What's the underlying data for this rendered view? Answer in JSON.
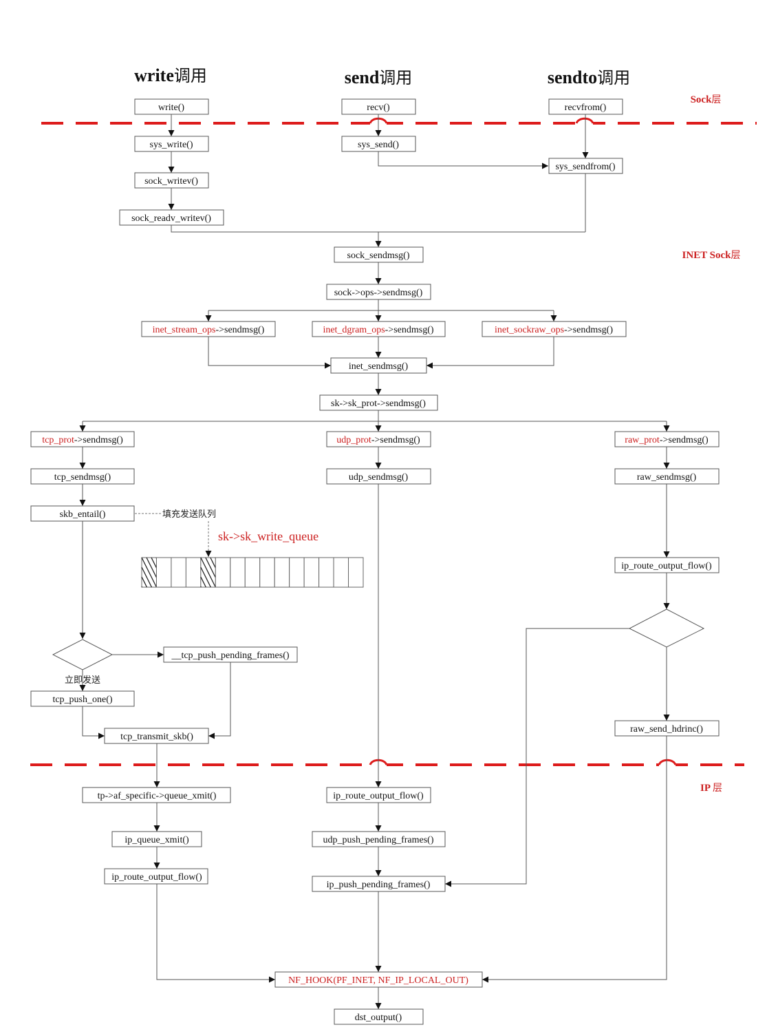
{
  "headers": [
    {
      "id": "write",
      "main": "write",
      "cjk": "调用"
    },
    {
      "id": "send",
      "main": "send",
      "cjk": "调用"
    },
    {
      "id": "sendto",
      "main": "sendto",
      "cjk": "调用"
    }
  ],
  "layers": {
    "sock": {
      "main": "Sock",
      "cjk": "层"
    },
    "inet": {
      "main": "INET Sock",
      "cjk": "层"
    },
    "ip": {
      "main": "IP ",
      "cjk": "层"
    }
  },
  "nodes": {
    "write": "write()",
    "recv": "recv()",
    "recvfrom": "recvfrom()",
    "sys_write": "sys_write()",
    "sys_send": "sys_send()",
    "sys_sendfrom": "sys_sendfrom()",
    "sock_writev": "sock_writev()",
    "sock_readv_writev": "sock_readv_writev()",
    "sock_sendmsg": "sock_sendmsg()",
    "sock_ops_sendmsg": "sock->ops->sendmsg()",
    "inet_stream": {
      "red": "inet_stream_ops",
      "black": "->sendmsg()"
    },
    "inet_dgram": {
      "red": "inet_dgram_ops",
      "black": "->sendmsg()"
    },
    "inet_sockraw": {
      "red": "inet_sockraw_ops",
      "black": "->sendmsg()"
    },
    "inet_sendmsg": "inet_sendmsg()",
    "sk_prot_sendmsg": "sk->sk_prot->sendmsg()",
    "tcp_prot": {
      "red": "tcp_prot",
      "black": "->sendmsg()"
    },
    "udp_prot": {
      "red": "udp_prot",
      "black": "->sendmsg()"
    },
    "raw_prot": {
      "red": "raw_prot",
      "black": "->sendmsg()"
    },
    "tcp_sendmsg": "tcp_sendmsg()",
    "udp_sendmsg": "udp_sendmsg()",
    "raw_sendmsg": "raw_sendmsg()",
    "skb_entail": "skb_entail()",
    "ip_route_output_flow_raw": "ip_route_output_flow()",
    "tcp_push_pending_frames": "__tcp_push_pending_frames()",
    "tcp_push_one": "tcp_push_one()",
    "tcp_transmit_skb": "tcp_transmit_skb()",
    "raw_send_hdrinc": "raw_send_hdrinc()",
    "queue_xmit": "tp->af_specific->queue_xmit()",
    "ip_queue_xmit": "ip_queue_xmit()",
    "ip_route_output_flow_tcp": "ip_route_output_flow()",
    "ip_route_output_flow_udp": "ip_route_output_flow()",
    "udp_push_pending_frames": "udp_push_pending_frames()",
    "ip_push_pending_frames": "ip_push_pending_frames()",
    "nf_hook": "NF_HOOK(PF_INET, NF_IP_LOCAL_OUT)",
    "dst_output": "dst_output()"
  },
  "notes": {
    "fill_queue": "填充发送队列",
    "queue_name": "sk->sk_write_queue",
    "send_now": "立即发送"
  },
  "queue": {
    "cells": 15,
    "hatched": [
      0,
      4
    ]
  },
  "colors": {
    "accent": "#dd1c1c",
    "line": "#555555",
    "text": "#111111"
  }
}
